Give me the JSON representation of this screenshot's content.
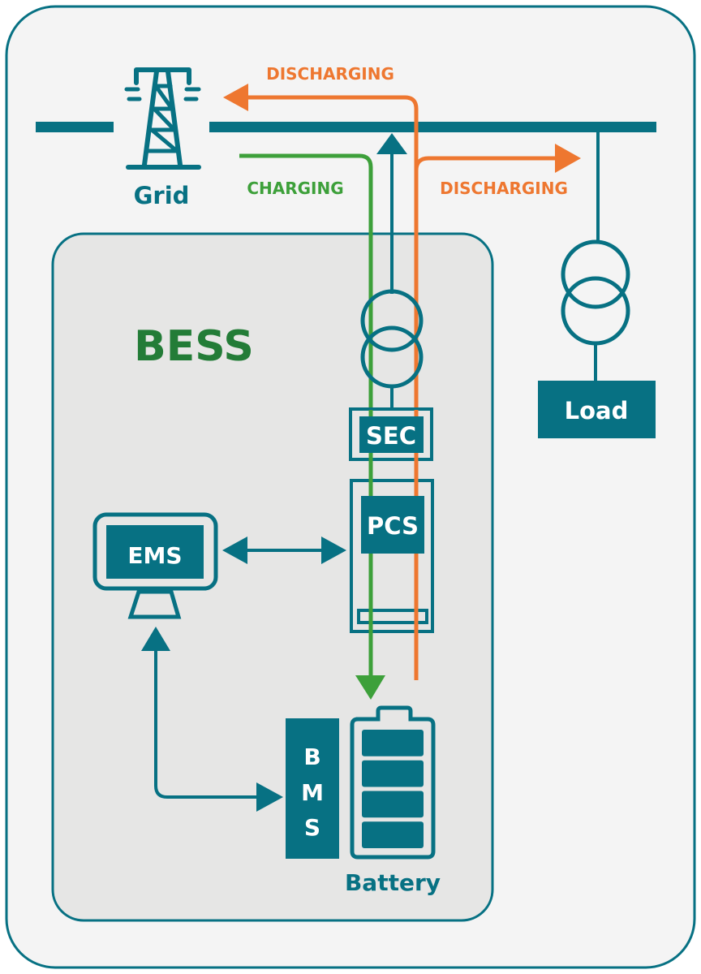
{
  "colors": {
    "teal": "#077183",
    "orange": "#EE7730",
    "green": "#3DA03A",
    "bess_green": "#237C37",
    "outer_bg": "#F4F4F4",
    "bess_bg": "#E6E6E5",
    "white": "#FFFFFF"
  },
  "grid": {
    "label": "Grid",
    "icon": "transmission-tower-icon"
  },
  "flows": {
    "discharging_to_grid": "DISCHARGING",
    "charging": "CHARGING",
    "discharging_to_load": "DISCHARGING"
  },
  "bess": {
    "title": "BESS"
  },
  "components": {
    "sec": "SEC",
    "pcs": "PCS",
    "ems": "EMS",
    "bms_letters": [
      "B",
      "M",
      "S"
    ],
    "battery": "Battery",
    "battery_cells": 4,
    "load": "Load"
  }
}
